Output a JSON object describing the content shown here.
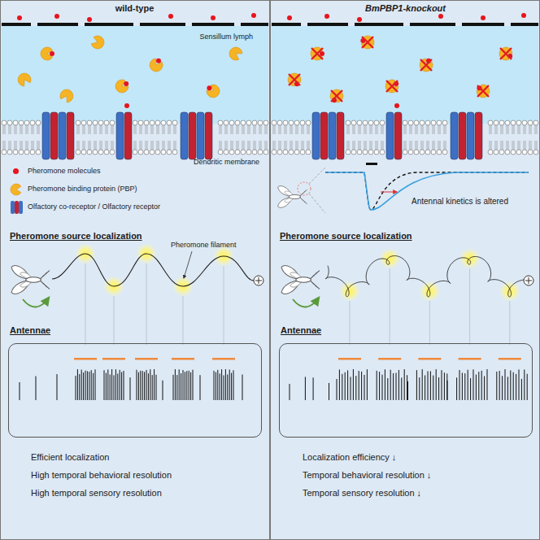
{
  "diagram": {
    "nodes": [
      {
        "text": [
          "wild-type"
        ]
      },
      {
        "text": [
          "BmPBP1-knockout"
        ]
      },
      {
        "text": [
          "Sensillum lymph"
        ],
        "in": 0
      },
      {
        "text": [
          "Antennae"
        ],
        "in": 0
      },
      {
        "text": [
          "Antennae"
        ],
        "in": 1
      }
    ],
    "labels": [
      "Dendritic membrane",
      "Antennal kinetics is altered",
      "Pheromone source localization",
      "Pheromone filament",
      "Pheromone source localization",
      "Efficient localization",
      "High temporal behavioral resolution",
      "High temporal sensory resolution",
      "Localization efficiency ↓",
      "Temporal behavioral resolution ↓",
      "Temporal sensory resolution ↓"
    ],
    "legend": [
      {
        "text": "Pheromone molecules",
        "color": "#e8141c"
      },
      {
        "text": "Pheromone binding protein (PBP)"
      },
      {
        "text": "Olfactory co-receptor / Olfactory receptor"
      }
    ]
  }
}
